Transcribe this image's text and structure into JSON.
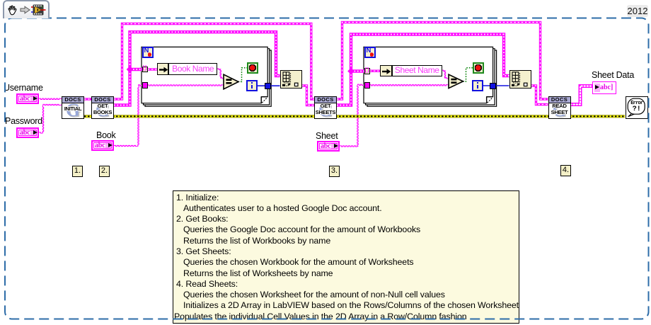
{
  "header": {
    "version_badge": "2012",
    "icons": [
      "pan-hand-icon",
      "forward-arrow-icon",
      "vi-snippet-icon"
    ]
  },
  "controls": {
    "username": {
      "label": "Username",
      "glyph": "abc"
    },
    "password": {
      "label": "Password",
      "glyph": "abc"
    },
    "book": {
      "label": "Book",
      "glyph": "abc"
    },
    "sheet": {
      "label": "Sheet",
      "glyph": "abc"
    }
  },
  "indicators": {
    "book_name": {
      "label": "Book Name"
    },
    "sheet_name": {
      "label": "Sheet Name"
    },
    "sheet_data": {
      "label": "Sheet Data",
      "glyph": "abc]"
    }
  },
  "subvis": {
    "initialize": {
      "header": "DOCS",
      "glyph": "G",
      "line1": "INITIAL",
      "line2": ""
    },
    "get_books": {
      "header": "DOCS",
      "glyph": "G",
      "line1": "GET",
      "line2": "BOOKS"
    },
    "get_sheets": {
      "header": "DOCS",
      "glyph": "G",
      "line1": "GET",
      "line2": "SHEETS"
    },
    "read_sheet": {
      "header": "DOCS",
      "glyph": "G",
      "line1": "READ",
      "line2": "SHEET"
    }
  },
  "loops": {
    "count_terminal": "N",
    "iteration_terminal": "i",
    "auto_index_tunnel": "[]",
    "equals": "="
  },
  "error_handler": {
    "line1": "Error",
    "line2": "?!"
  },
  "step_markers": [
    "1.",
    "2.",
    "3.",
    "4."
  ],
  "comment": {
    "lines": [
      {
        "text": "1. Initialize:",
        "indent": "n"
      },
      {
        "text": "Authenticates user to a hosted Google Doc account.",
        "indent": "c"
      },
      {
        "text": "2. Get Books:",
        "indent": "n"
      },
      {
        "text": "Queries the Google Doc account for the amount of Workbooks",
        "indent": "c"
      },
      {
        "text": "Returns the list of Workbooks by name",
        "indent": "c"
      },
      {
        "text": "3. Get Sheets:",
        "indent": "n"
      },
      {
        "text": "Queries the chosen Workbook for the amount of Worksheets",
        "indent": "c"
      },
      {
        "text": "Returns the list of Worksheets by name",
        "indent": "c"
      },
      {
        "text": "4. Read Sheets:",
        "indent": "n"
      },
      {
        "text": "Queries the chosen Worksheet for the amount of non-Null cell values",
        "indent": "c"
      },
      {
        "text": "Initializes a 2D Array in LabVIEW based on the Rows/Columns of the chosen Worksheet",
        "indent": "c"
      },
      {
        "text": "Populates the individual Cell Values in the 2D Array in a Row/Column fashion",
        "indent": "f"
      }
    ]
  },
  "colors": {
    "string_pink": "#FF00FF",
    "structure_blue": "#1212E0",
    "boolean_green": "#007F00",
    "error_yellow": "#E8E800",
    "node_cream": "#F4F0CE",
    "header_lavender": "#A9A9D2",
    "snippet_border_blue": "#2D6CA8"
  }
}
